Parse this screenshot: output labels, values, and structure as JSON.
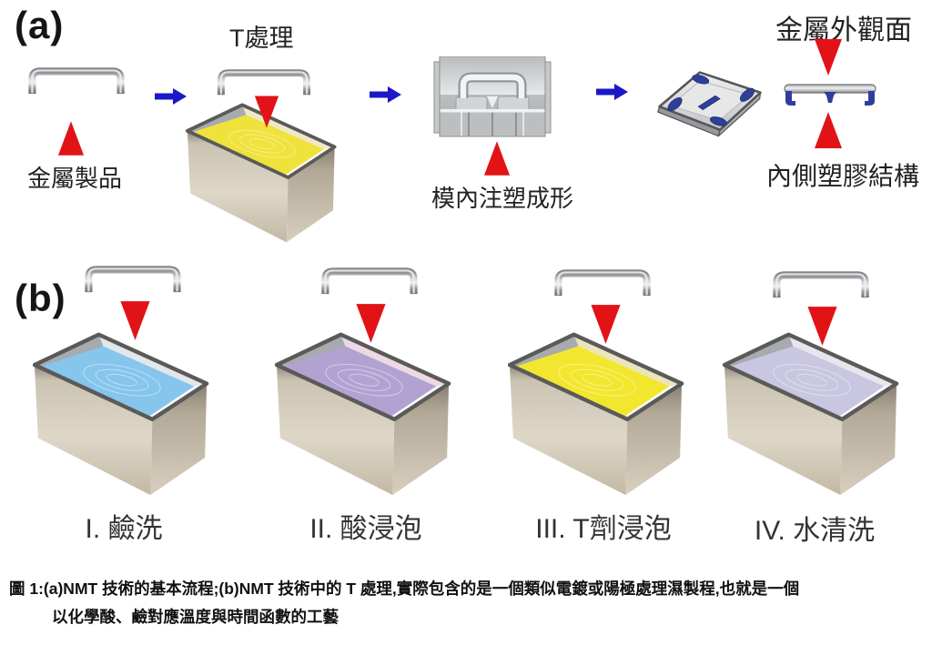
{
  "figure": {
    "panel_a": {
      "label": "(a)",
      "metal_product_label": "金屬製品",
      "t_treatment_label": "T處理",
      "molding_label": "模內注塑成形",
      "metal_exterior_label": "金屬外觀面",
      "inner_plastic_label": "內側塑膠結構",
      "liquid_color": "#f0e23c",
      "wall_color": "#efe8c8"
    },
    "panel_b": {
      "label": "(b)",
      "steps": [
        {
          "label": "I. 鹼洗",
          "liquid_color": "#86c5ec",
          "wall_color": "#e2e7ea"
        },
        {
          "label": "II. 酸浸泡",
          "liquid_color": "#b2a2d2",
          "wall_color": "#edd9e4"
        },
        {
          "label": "III. T劑浸泡",
          "liquid_color": "#f2e72e",
          "wall_color": "#ece4bd"
        },
        {
          "label": "IV. 水清洗",
          "liquid_color": "#c8c6e0",
          "wall_color": "#e7e5ee"
        }
      ]
    },
    "caption": {
      "line1": "圖 1:(a)NMT 技術的基本流程;(b)NMT 技術中的 T 處理,實際包含的是一個類似電鍍或陽極處理濕製程,也就是一個",
      "line2": "以化學酸、鹼對應溫度與時間函數的工藝"
    },
    "colors": {
      "flow_arrow_blue": "#1b18c8",
      "marker_red": "#e21317"
    }
  }
}
